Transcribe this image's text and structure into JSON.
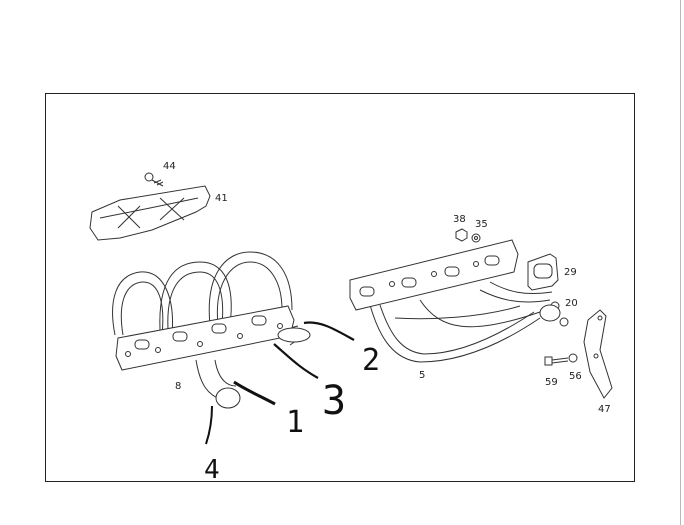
{
  "diagram": {
    "part_labels": {
      "p44": "44",
      "p41": "41",
      "p38": "38",
      "p35": "35",
      "p29": "29",
      "p20": "20",
      "p8": "8",
      "p5": "5",
      "p59": "59",
      "p56": "56",
      "p47": "47"
    },
    "callouts": {
      "c1": "1",
      "c2": "2",
      "c3": "3",
      "c4": "4"
    }
  }
}
